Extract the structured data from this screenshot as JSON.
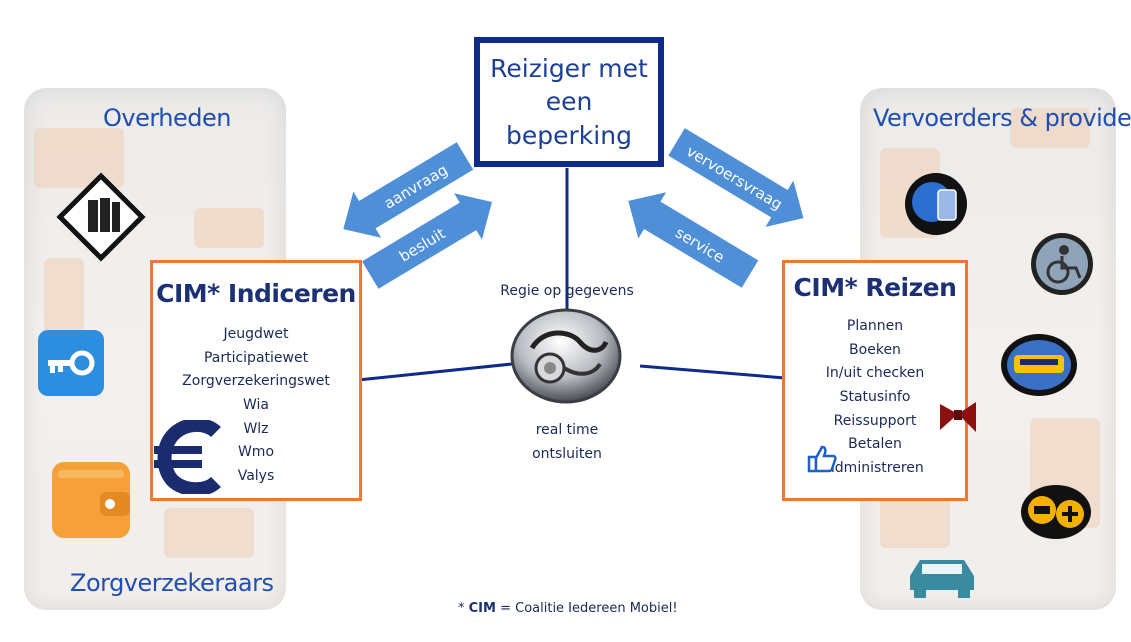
{
  "left_panel": {
    "title": "Overheden",
    "bottom_title": "Zorgverzekeraars"
  },
  "right_panel": {
    "title": "Vervoerders & providers"
  },
  "center": {
    "title_line1": "Reiziger met",
    "title_line2": "een beperking",
    "regie_label": "Regie op gegevens",
    "realtime_line1": "real time",
    "realtime_line2": "ontsluiten"
  },
  "arrows": {
    "aanvraag": "aanvraag",
    "besluit": "besluit",
    "vervoersvraag": "vervoersvraag",
    "service": "service"
  },
  "indiceren": {
    "heading": "CIM* Indiceren",
    "items": [
      "Jeugdwet",
      "Participatiewet",
      "Zorgverzekeringswet",
      "Wia",
      "Wlz",
      "Wmo",
      "Valys"
    ]
  },
  "reizen": {
    "heading": "CIM* Reizen",
    "items": [
      "Plannen",
      "Boeken",
      "In/uit checken",
      "Statusinfo",
      "Reissupport",
      "Betalen",
      "administreren"
    ]
  },
  "footnote": {
    "prefix": "* ",
    "term": "CIM",
    "rest": " = Coalitie Iedereen Mobiel!"
  },
  "colors": {
    "navy": "#0e2a8a",
    "orange": "#e9793b",
    "arrow_blue": "#4f8fd8",
    "title_blue": "#1f4fb0"
  },
  "icons": [
    "books-icon",
    "key-icon",
    "euro-icon",
    "wallet-icon",
    "stethoscope-icon",
    "smartphone-globe-icon",
    "wheelchair-icon",
    "train-icon",
    "taxi-plane-icon",
    "car-icon",
    "thumbs-up-icon",
    "bowtie-icon"
  ]
}
